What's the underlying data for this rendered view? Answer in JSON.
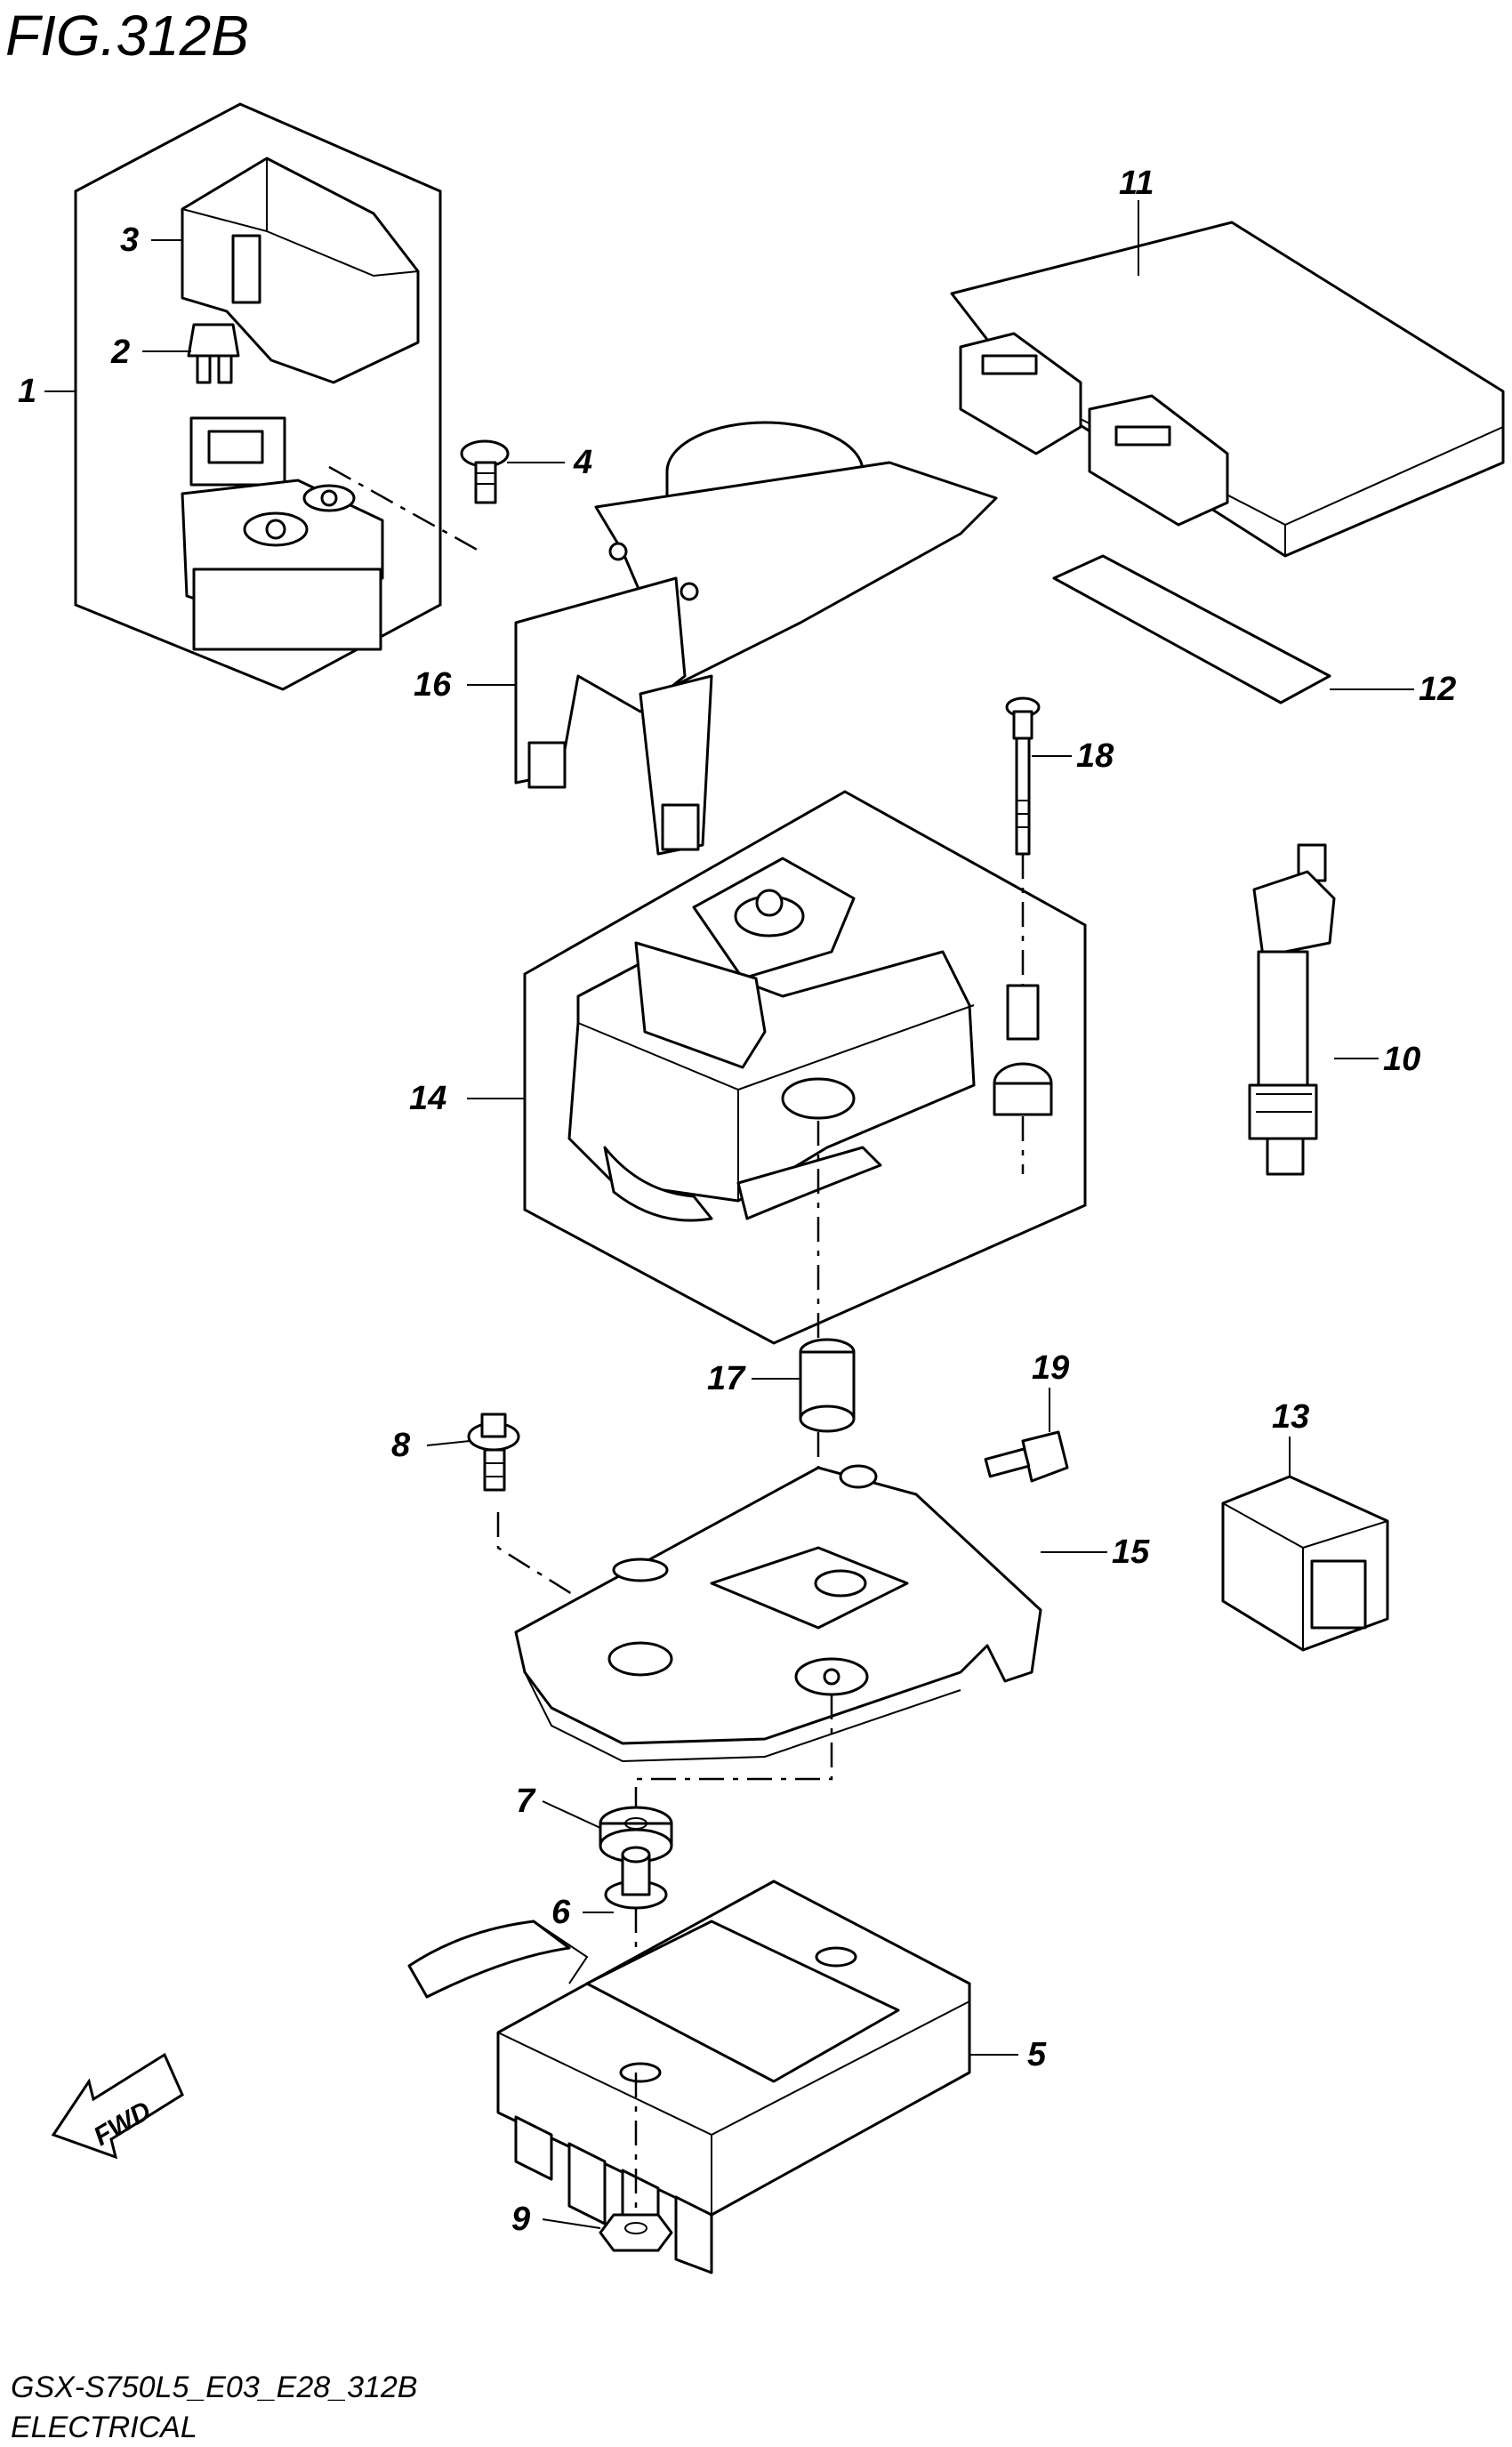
{
  "figure": {
    "title": "FIG.312B"
  },
  "footer": {
    "model_code": "GSX-S750L5_E03_E28_312B",
    "section": "ELECTRICAL"
  },
  "direction_marker": {
    "label": "FWD"
  },
  "parts": [
    {
      "ref": "1"
    },
    {
      "ref": "2"
    },
    {
      "ref": "3"
    },
    {
      "ref": "4"
    },
    {
      "ref": "5"
    },
    {
      "ref": "6"
    },
    {
      "ref": "7"
    },
    {
      "ref": "8"
    },
    {
      "ref": "9"
    },
    {
      "ref": "10"
    },
    {
      "ref": "11"
    },
    {
      "ref": "12"
    },
    {
      "ref": "13"
    },
    {
      "ref": "14"
    },
    {
      "ref": "15"
    },
    {
      "ref": "16"
    },
    {
      "ref": "17"
    },
    {
      "ref": "18"
    },
    {
      "ref": "19"
    }
  ]
}
